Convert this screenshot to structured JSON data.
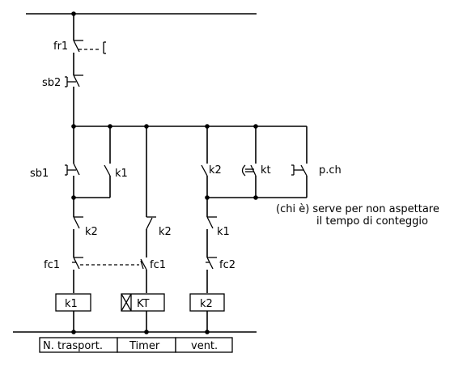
{
  "labels": {
    "fr1": "fr1",
    "sb2": "sb2",
    "sb1": "sb1",
    "k1_hold": "k1",
    "k2_branch": "k2",
    "kt": "kt",
    "pch": "p.ch",
    "k2_rung1": "k2",
    "k2_rung2": "k2",
    "k1_rung3": "k1",
    "fc1_rung1": "fc1",
    "fc1_rung2": "fc1",
    "fc2": "fc2",
    "coil_k1": "k1",
    "coil_kt": "KT",
    "coil_k2": "k2"
  },
  "note": {
    "line1": "(chi è)  serve per non aspettare",
    "line2": "il tempo di conteggio"
  },
  "legend": {
    "n_trasport": "N. trasport.",
    "timer": "Timer",
    "vent": "vent."
  }
}
